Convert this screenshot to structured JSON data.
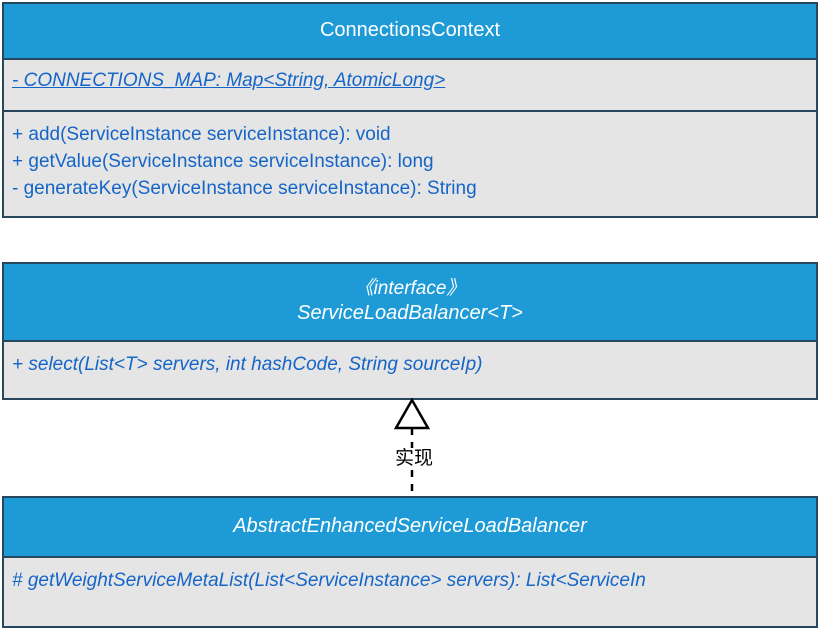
{
  "diagram": {
    "type": "uml-class-diagram",
    "colors": {
      "header_fill": "#1e9bd7",
      "body_fill": "#e5e5e5",
      "border": "#26475e",
      "member_text": "#1565c8",
      "title_text": "#ffffff",
      "connector": "#000000"
    },
    "classes": [
      {
        "id": "connections-context",
        "stereotype": "",
        "name": "ConnectionsContext",
        "italic_name": false,
        "attributes": [
          {
            "text": "- CONNECTIONS_MAP: Map<String, AtomicLong>",
            "style": "static"
          }
        ],
        "operations": [
          {
            "text": "+ add(ServiceInstance serviceInstance): void",
            "style": "normal"
          },
          {
            "text": "+ getValue(ServiceInstance serviceInstance): long",
            "style": "normal"
          },
          {
            "text": "- generateKey(ServiceInstance serviceInstance): String",
            "style": "normal"
          }
        ]
      },
      {
        "id": "service-load-balancer",
        "stereotype": "《interface》",
        "name": "ServiceLoadBalancer<T>",
        "italic_name": true,
        "attributes": [],
        "operations": [
          {
            "text": "+ select(List<T> servers, int hashCode, String sourceIp)",
            "style": "italic"
          }
        ]
      },
      {
        "id": "abstract-enhanced-service-load-balancer",
        "stereotype": "",
        "name": "AbstractEnhancedServiceLoadBalancer",
        "italic_name": true,
        "attributes": [],
        "operations": [
          {
            "text": "# getWeightServiceMetaList(List<ServiceInstance> servers): List<ServiceIn",
            "style": "italic"
          }
        ]
      }
    ],
    "connectors": [
      {
        "id": "realization",
        "kind": "realization",
        "label": "实现",
        "from": "abstract-enhanced-service-load-balancer",
        "to": "service-load-balancer",
        "line_style": "dashed",
        "arrow_head": "hollow-triangle"
      }
    ]
  }
}
